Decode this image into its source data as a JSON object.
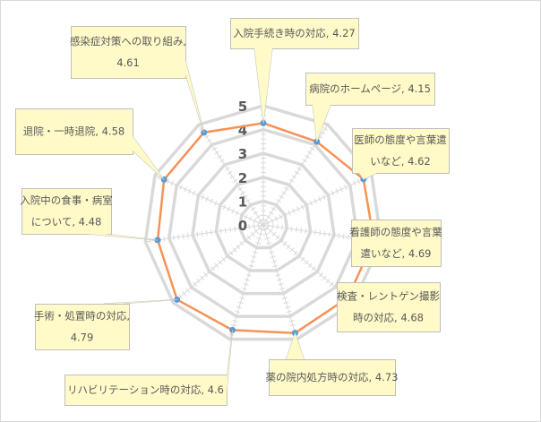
{
  "chart_data": {
    "type": "radar",
    "title": "",
    "rlim": [
      0,
      5
    ],
    "tick_labels": [
      "0",
      "1",
      "2",
      "3",
      "4",
      "5"
    ],
    "categories": [
      {
        "label_lines": [
          "入院手続き時の対応, 4.27"
        ],
        "name": "入院手続き時の対応",
        "value": 4.27
      },
      {
        "label_lines": [
          "病院のホームページ, 4.15"
        ],
        "name": "病院のホームページ",
        "value": 4.15
      },
      {
        "label_lines": [
          "医師の態度や言葉遣",
          "いなど, 4.62"
        ],
        "name": "医師の態度や言葉遣いなど",
        "value": 4.62
      },
      {
        "label_lines": [
          "看護師の態度や言葉",
          "遣いなど, 4.69"
        ],
        "name": "看護師の態度や言葉遣いなど",
        "value": 4.69
      },
      {
        "label_lines": [
          "検査・レントゲン撮影",
          "時の対応, 4.68"
        ],
        "name": "検査・レントゲン撮影時の対応",
        "value": 4.68
      },
      {
        "label_lines": [
          "薬の院内処方時の対応, 4.73"
        ],
        "name": "薬の院内処方時の対応",
        "value": 4.73
      },
      {
        "label_lines": [
          "リハビリテーション時の対応, 4.6"
        ],
        "name": "リハビリテーション時の対応",
        "value": 4.6
      },
      {
        "label_lines": [
          "手術・処置時の対応,",
          "4.79"
        ],
        "name": "手術・処置時の対応",
        "value": 4.79
      },
      {
        "label_lines": [
          "入院中の食事・病室",
          "について, 4.48"
        ],
        "name": "入院中の食事・病室について",
        "value": 4.48
      },
      {
        "label_lines": [
          "退院・一時退院, 4.58"
        ],
        "name": "退院・一時退院",
        "value": 4.58
      },
      {
        "label_lines": [
          "感染症対策への取り組み,",
          "4.61"
        ],
        "name": "感染症対策への取り組み",
        "value": 4.61
      }
    ],
    "colors": {
      "series": "#f79257",
      "marker": "#5b9bd5",
      "grid": "#d9d9d9",
      "callout_fill": "#fffac8",
      "callout_border": "#bfbfbf",
      "text": "#595959"
    },
    "legend": "none",
    "grid": true
  }
}
